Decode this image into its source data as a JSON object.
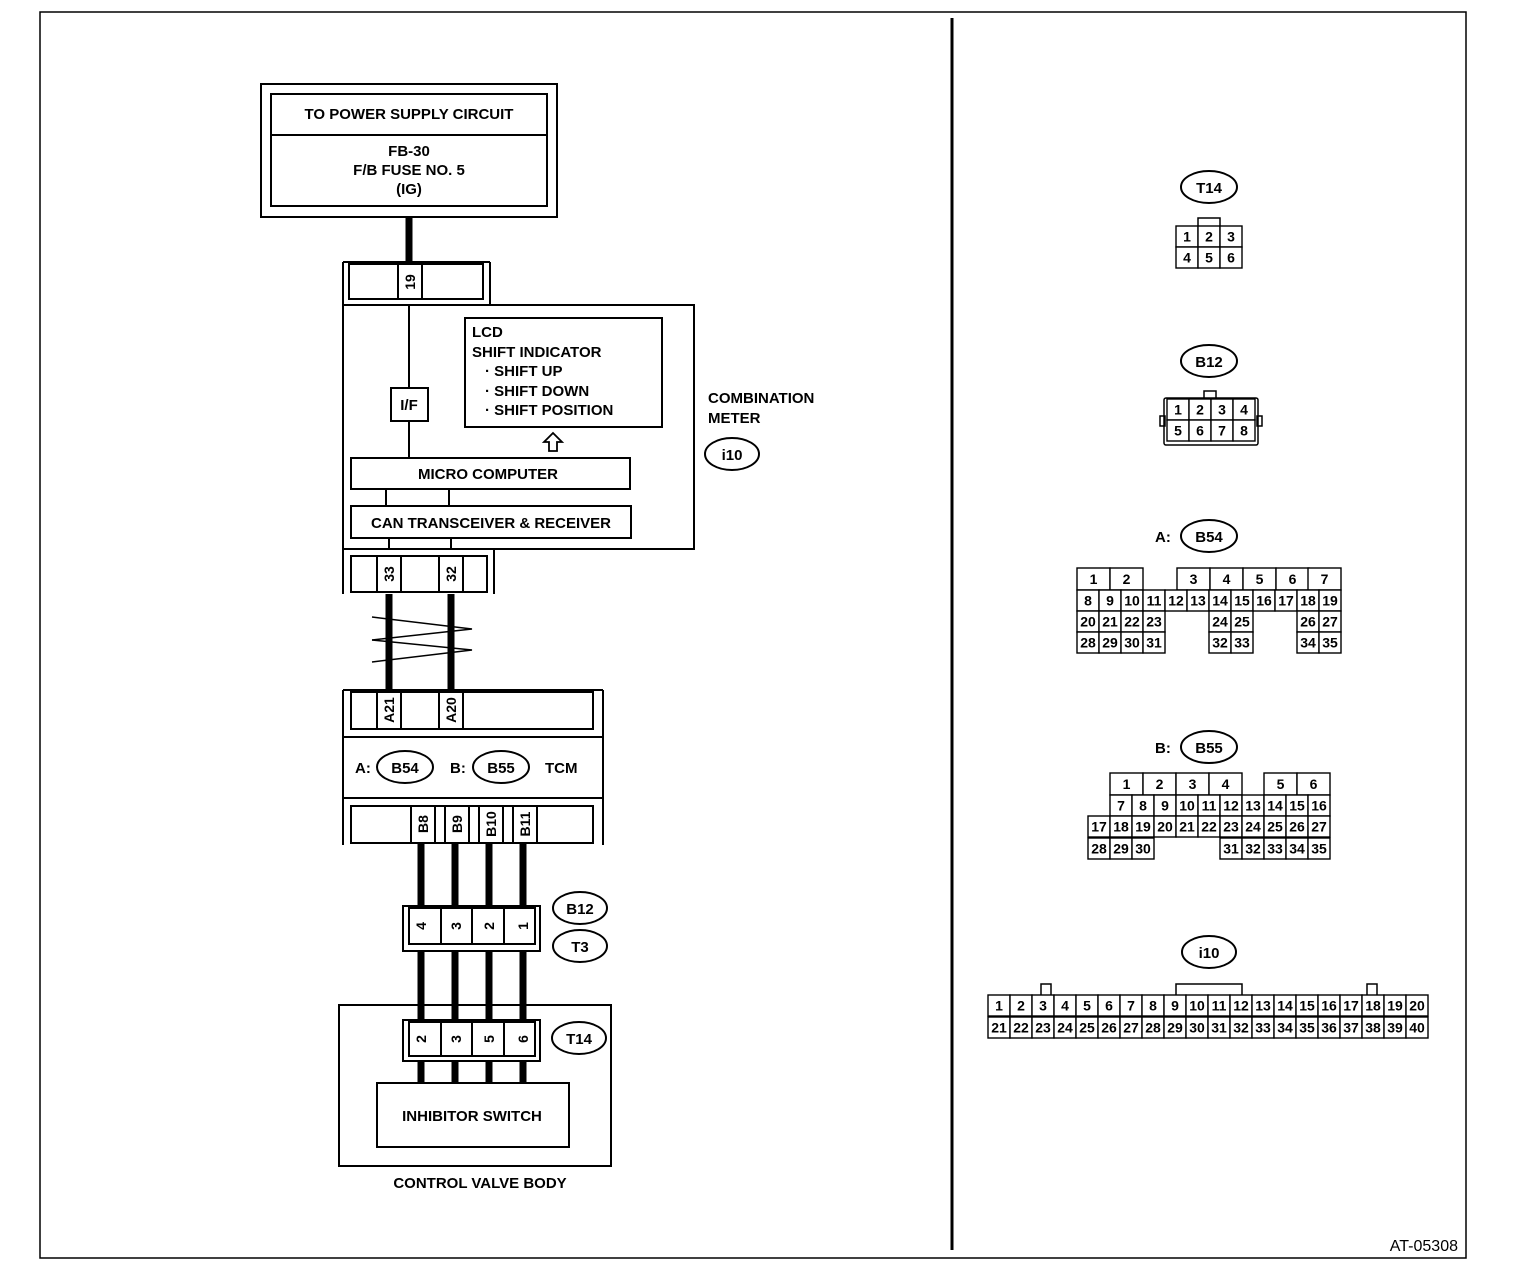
{
  "figure_id": "AT-05308",
  "power_supply": {
    "title": "TO POWER SUPPLY CIRCUIT",
    "line1": "FB-30",
    "line2": "F/B FUSE NO. 5",
    "line3": "(IG)"
  },
  "combination_meter": {
    "label_line1": "COMBINATION",
    "label_line2": "METER",
    "connector": "i10",
    "supply_pin": "19",
    "interface_label": "I/F",
    "lcd_lines": [
      "LCD",
      "SHIFT INDICATOR",
      "· SHIFT UP",
      "· SHIFT DOWN",
      "· SHIFT POSITION"
    ],
    "micro_computer": "MICRO COMPUTER",
    "can_transceiver": "CAN TRANSCEIVER & RECEIVER",
    "can_pins": [
      "33",
      "32"
    ]
  },
  "tcm": {
    "label": "TCM",
    "connector_a_prefix": "A:",
    "connector_a": "B54",
    "connector_b_prefix": "B:",
    "connector_b": "B55",
    "can_pins": [
      "A21",
      "A20"
    ],
    "switch_pins": [
      "B8",
      "B9",
      "B10",
      "B11"
    ]
  },
  "joint_connector": {
    "codes": [
      "B12",
      "T3"
    ],
    "pins": [
      "4",
      "3",
      "2",
      "1"
    ]
  },
  "control_valve_body": {
    "label": "CONTROL VALVE BODY",
    "connector": "T14",
    "pins": [
      "2",
      "3",
      "5",
      "6"
    ],
    "inhibitor_switch": "INHIBITOR SWITCH"
  },
  "connector_views": {
    "t14": {
      "code": "T14",
      "rows": [
        [
          "1",
          "2",
          "3"
        ],
        [
          "4",
          "5",
          "6"
        ]
      ]
    },
    "b12": {
      "code": "B12",
      "rows": [
        [
          "1",
          "2",
          "3",
          "4"
        ],
        [
          "5",
          "6",
          "7",
          "8"
        ]
      ]
    },
    "b54": {
      "prefix": "A:",
      "code": "B54",
      "row1": [
        "1",
        "2",
        "3",
        "4",
        "5",
        "6",
        "7"
      ],
      "row2": [
        "8",
        "9",
        "10",
        "11",
        "12",
        "13",
        "14",
        "15",
        "16",
        "17",
        "18",
        "19"
      ],
      "row3": [
        "20",
        "21",
        "22",
        "23",
        "24",
        "25",
        "26",
        "27"
      ],
      "row4": [
        "28",
        "29",
        "30",
        "31",
        "32",
        "33",
        "34",
        "35"
      ]
    },
    "b55": {
      "prefix": "B:",
      "code": "B55",
      "row1": [
        "1",
        "2",
        "3",
        "4",
        "5",
        "6"
      ],
      "row2": [
        "7",
        "8",
        "9",
        "10",
        "11",
        "12",
        "13",
        "14",
        "15",
        "16"
      ],
      "row3": [
        "17",
        "18",
        "19",
        "20",
        "21",
        "22",
        "23",
        "24",
        "25",
        "26",
        "27"
      ],
      "row4": [
        "28",
        "29",
        "30",
        "31",
        "32",
        "33",
        "34",
        "35"
      ]
    },
    "i10": {
      "code": "i10",
      "row1": [
        "1",
        "2",
        "3",
        "4",
        "5",
        "6",
        "7",
        "8",
        "9",
        "10",
        "11",
        "12",
        "13",
        "14",
        "15",
        "16",
        "17",
        "18",
        "19",
        "20"
      ],
      "row2": [
        "21",
        "22",
        "23",
        "24",
        "25",
        "26",
        "27",
        "28",
        "29",
        "30",
        "31",
        "32",
        "33",
        "34",
        "35",
        "36",
        "37",
        "38",
        "39",
        "40"
      ]
    }
  }
}
